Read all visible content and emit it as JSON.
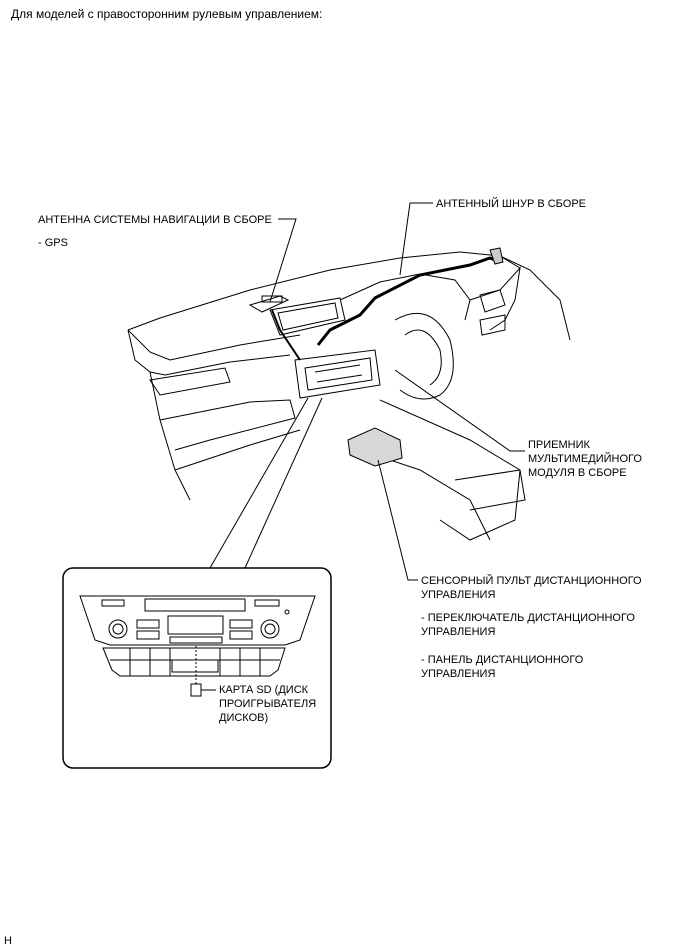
{
  "header": "Для моделей с правосторонним рулевым управлением:",
  "labels": {
    "nav_antenna": "АНТЕННА СИСТЕМЫ НАВИГАЦИИ В СБОРЕ",
    "nav_antenna_sub": "- GPS",
    "antenna_cord": "АНТЕННЫЙ ШНУР В СБОРЕ",
    "multimedia_receiver": "ПРИЕМНИК\nМУЛЬТИМЕДИЙНОГО\nМОДУЛЯ В СБОРЕ",
    "remote_touchpad": "СЕНСОРНЫЙ ПУЛЬТ ДИСТАНЦИОННОГО\nУПРАВЛЕНИЯ",
    "remote_switch": "- ПЕРЕКЛЮЧАТЕЛЬ ДИСТАНЦИОННОГО\nУПРАВЛЕНИЯ",
    "remote_panel": "- ПАНЕЛЬ ДИСТАНЦИОННОГО\nУПРАВЛЕНИЯ",
    "sd_card": "КАРТА SD (ДИСК\nПРОИГРЫВАТЕЛЯ\nДИСКОВ)"
  },
  "footer_code": "H"
}
